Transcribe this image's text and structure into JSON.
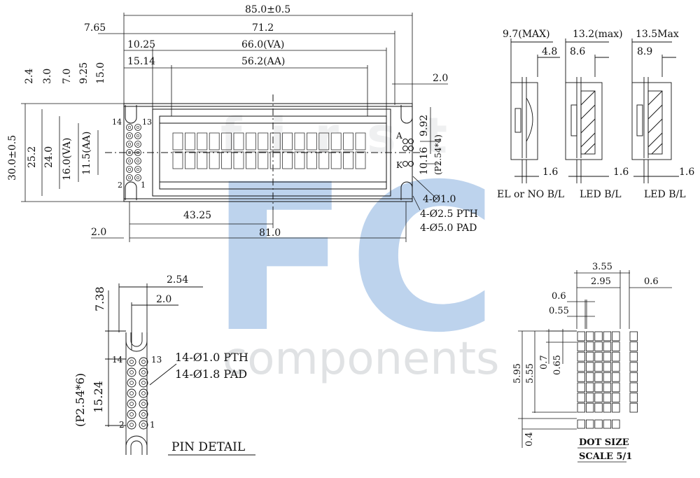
{
  "watermark": {
    "big_letters": "FC",
    "faint_word": "first",
    "subword": "components",
    "colors": {
      "big": "#6f9fd8",
      "faint": "#9aa0a8"
    }
  },
  "main_view": {
    "dims_top": [
      "85.0±0.5",
      "7.65",
      "71.2",
      "10.25",
      "66.0(VA)",
      "15.14",
      "56.2(AA)",
      "2.0"
    ],
    "dims_left": [
      "2.4",
      "3.0",
      "7.0",
      "9.25",
      "15.0",
      "30.0±0.5",
      "25.2",
      "24.0",
      "16.0(VA)",
      "11.5(AA)"
    ],
    "dims_right": [
      "9.92",
      "10.16",
      "(P2.54*4)"
    ],
    "backlight_pins": [
      "A",
      "K"
    ],
    "pin_numbers": [
      "14",
      "13",
      "2",
      "1"
    ],
    "dims_bottom": [
      "43.25",
      "81.0",
      "2.0"
    ],
    "hole_notes": [
      "4-Ø1.0",
      "4-Ø2.5 PTH",
      "4-Ø5.0 PAD"
    ]
  },
  "side_views": [
    {
      "top_dim": "9.7(MAX)",
      "sub_dim": "4.8",
      "bottom_dim": "1.6",
      "label": "EL or NO B/L"
    },
    {
      "top_dim": "13.2(max)",
      "sub_dim": "8.6",
      "bottom_dim": "1.6",
      "label": "LED B/L"
    },
    {
      "top_dim": "13.5Max",
      "sub_dim": "8.9",
      "bottom_dim": "1.6",
      "label": "LED B/L"
    }
  ],
  "pin_detail": {
    "dims": [
      "2.54",
      "2.0",
      "7.38",
      "(P2.54*6)",
      "15.24"
    ],
    "pins": [
      "14",
      "13",
      "2",
      "1"
    ],
    "notes": [
      "14-Ø1.0 PTH",
      "14-Ø1.8 PAD"
    ],
    "title": "PIN DETAIL"
  },
  "dot_size": {
    "dims": [
      "3.55",
      "2.95",
      "0.6",
      "0.6",
      "0.55",
      "5.95",
      "5.55",
      "0.7",
      "0.65",
      "0.4"
    ],
    "title": "DOT SIZE",
    "scale": "SCALE 5/1"
  }
}
